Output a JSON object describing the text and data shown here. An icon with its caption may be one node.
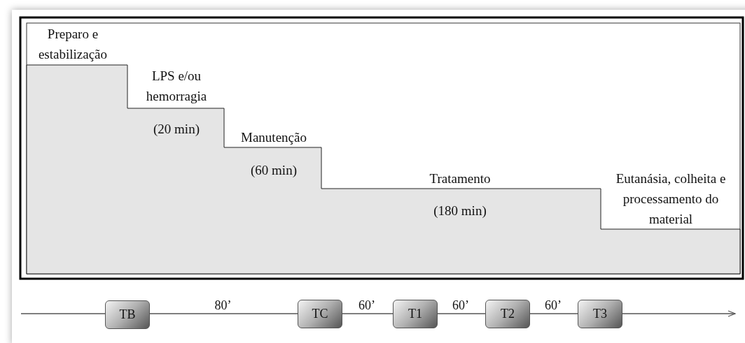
{
  "diagram": {
    "nodes": [
      {
        "text": [
          "TB"
        ]
      },
      {
        "text": [
          "TC"
        ]
      },
      {
        "text": [
          "T1"
        ]
      },
      {
        "text": [
          "T2"
        ]
      },
      {
        "text": [
          "T3"
        ]
      }
    ],
    "edges": [
      {
        "from": null,
        "to": 0,
        "arrow": "none"
      },
      {
        "from": 0,
        "to": 1,
        "arrow": "none",
        "label": "80’"
      },
      {
        "from": 1,
        "to": 2,
        "arrow": "none",
        "label": "60’"
      },
      {
        "from": 2,
        "to": 3,
        "arrow": "none",
        "label": "60’"
      },
      {
        "from": 3,
        "to": 4,
        "arrow": "none",
        "label": "60’"
      },
      {
        "from": 4,
        "to": null,
        "arrow": "to"
      }
    ],
    "labels": [
      "Preparo e estabilização",
      "LPS e/ou hemorragia",
      "(20 min)",
      "Manutenção",
      "(60 min)",
      "Tratamento",
      "(180 min)",
      "Eutanásia, colheita e processamento do material"
    ]
  }
}
